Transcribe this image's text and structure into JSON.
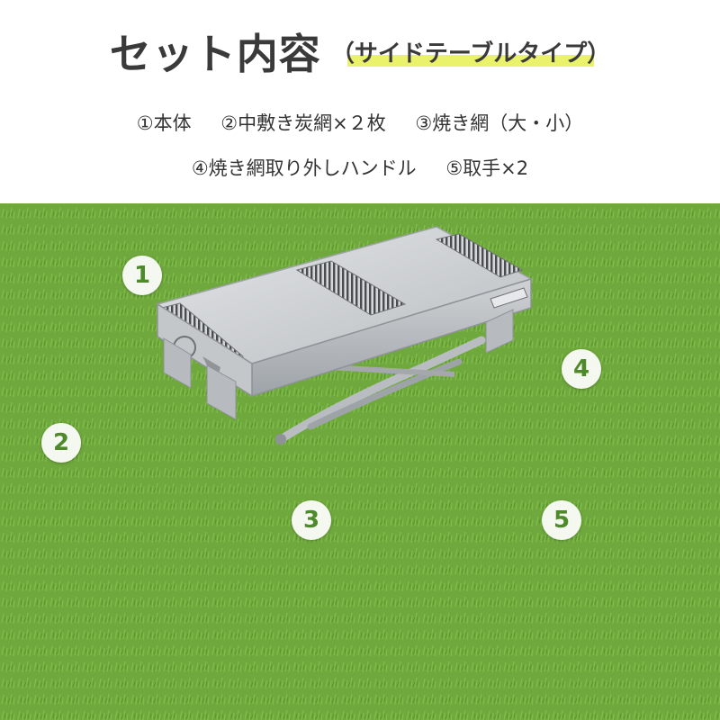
{
  "title": {
    "main": "セット内容",
    "sub": "（サイドテーブルタイプ）"
  },
  "items": {
    "line1": [
      "①本体",
      "②中敷き炭網×２枚",
      "③焼き網（大・小）"
    ],
    "line2": [
      "④焼き網取り外しハンドル",
      "⑤取手×2"
    ]
  },
  "badges": [
    "1",
    "2",
    "3",
    "4",
    "5"
  ],
  "colors": {
    "title_text": "#3a3a3a",
    "highlight": "#e9f26a",
    "grass": "#6aa33a",
    "badge_number": "#4e8a2a",
    "steel": "#c9cccf"
  }
}
